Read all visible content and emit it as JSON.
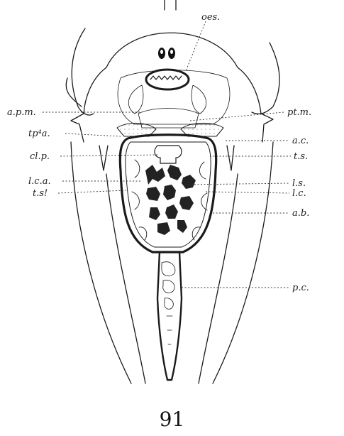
{
  "figure": {
    "number": "91",
    "labels": {
      "oes": "oes.",
      "apm": "a.p.m.",
      "ptm": "pt.m.",
      "tp4a": "tp⁴a.",
      "ac": "a.c.",
      "clp": "cl.p.",
      "ts": "t.s.",
      "lca": "l.c.a.",
      "ls": "l.s.",
      "ts1": "t.s!",
      "lc": "l.c.",
      "ab": "a.b.",
      "pc": "p.c."
    }
  }
}
